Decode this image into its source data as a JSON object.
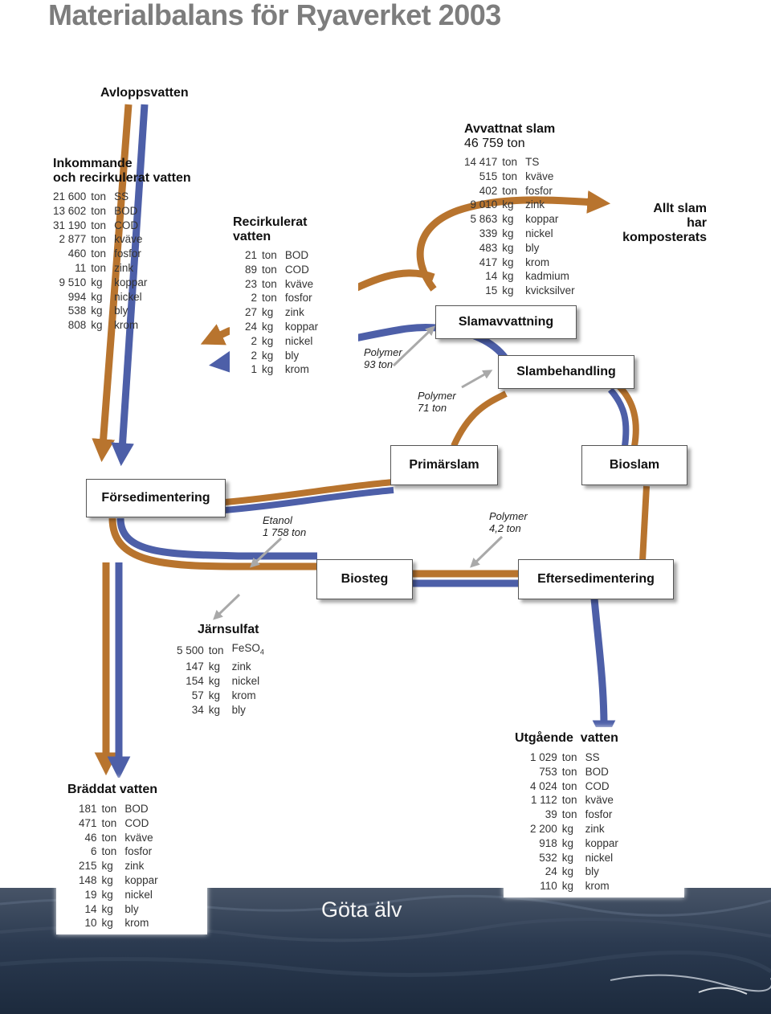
{
  "title": "Materialbalans för Ryaverket 2003",
  "colors": {
    "brown": "#b8742e",
    "blue": "#4d5fa8",
    "gray_arrow": "#a9a9a9",
    "sea": "#2b3a50"
  },
  "inflow_label": "Avloppsvatten",
  "incoming": {
    "title_line1": "Inkommande",
    "title_line2": "och recirkulerat vatten",
    "rows": [
      [
        "21 600",
        "ton",
        "SS"
      ],
      [
        "13 602",
        "ton",
        "BOD"
      ],
      [
        "31 190",
        "ton",
        "COD"
      ],
      [
        "2 877",
        "ton",
        "kväve"
      ],
      [
        "460",
        "ton",
        "fosfor"
      ],
      [
        "11",
        "ton",
        "zink"
      ],
      [
        "9 510",
        "kg",
        "koppar"
      ],
      [
        "994",
        "kg",
        "nickel"
      ],
      [
        "538",
        "kg",
        "bly"
      ],
      [
        "808",
        "kg",
        "krom"
      ]
    ]
  },
  "recirc": {
    "title_line1": "Recirkulerat",
    "title_line2": "vatten",
    "rows": [
      [
        "21",
        "ton",
        "BOD"
      ],
      [
        "89",
        "ton",
        "COD"
      ],
      [
        "23",
        "ton",
        "kväve"
      ],
      [
        "2",
        "ton",
        "fosfor"
      ],
      [
        "27",
        "kg",
        "zink"
      ],
      [
        "24",
        "kg",
        "koppar"
      ],
      [
        "2",
        "kg",
        "nickel"
      ],
      [
        "2",
        "kg",
        "bly"
      ],
      [
        "1",
        "kg",
        "krom"
      ]
    ]
  },
  "polymer_1": {
    "name": "Polymer",
    "amount": "93 ton"
  },
  "polymer_2": {
    "name": "Polymer",
    "amount": "71 ton"
  },
  "polymer_3": {
    "name": "Polymer",
    "amount": "4,2 ton"
  },
  "etanol": {
    "name": "Etanol",
    "amount": "1 758 ton"
  },
  "dewatered": {
    "title": "Avvattnat slam",
    "total": "46 759 ton",
    "rows": [
      [
        "14 417",
        "ton",
        "TS"
      ],
      [
        "515",
        "ton",
        "kväve"
      ],
      [
        "402",
        "ton",
        "fosfor"
      ],
      [
        "9 010",
        "kg",
        "zink"
      ],
      [
        "5 863",
        "kg",
        "koppar"
      ],
      [
        "339",
        "kg",
        "nickel"
      ],
      [
        "483",
        "kg",
        "bly"
      ],
      [
        "417",
        "kg",
        "krom"
      ],
      [
        "14",
        "kg",
        "kadmium"
      ],
      [
        "15",
        "kg",
        "kvicksilver"
      ]
    ]
  },
  "compost": {
    "line1": "Allt slam",
    "line2": "har",
    "line3": "komposterats"
  },
  "boxes": {
    "slamavvattning": "Slamavvattning",
    "slambehandling": "Slambehandling",
    "primarslam": "Primärslam",
    "bioslam": "Bioslam",
    "forsedimentering": "Försedimentering",
    "biosteg": "Biosteg",
    "eftersedimentering": "Eftersedimentering"
  },
  "ferric": {
    "title": "Järnsulfat",
    "rows": [
      [
        "5 500",
        "ton",
        "FeSO"
      ],
      [
        "147",
        "kg",
        "zink"
      ],
      [
        "154",
        "kg",
        "nickel"
      ],
      [
        "57",
        "kg",
        "krom"
      ],
      [
        "34",
        "kg",
        "bly"
      ]
    ],
    "subscript": "4"
  },
  "overflow": {
    "title": "Bräddat vatten",
    "rows": [
      [
        "181",
        "ton",
        "BOD"
      ],
      [
        "471",
        "ton",
        "COD"
      ],
      [
        "46",
        "ton",
        "kväve"
      ],
      [
        "6",
        "ton",
        "fosfor"
      ],
      [
        "215",
        "kg",
        "zink"
      ],
      [
        "148",
        "kg",
        "koppar"
      ],
      [
        "19",
        "kg",
        "nickel"
      ],
      [
        "14",
        "kg",
        "bly"
      ],
      [
        "10",
        "kg",
        "krom"
      ]
    ]
  },
  "outgoing": {
    "title": "Utgående  vatten",
    "rows": [
      [
        "1 029",
        "ton",
        "SS"
      ],
      [
        "753",
        "ton",
        "BOD"
      ],
      [
        "4 024",
        "ton",
        "COD"
      ],
      [
        "1 112",
        "ton",
        "kväve"
      ],
      [
        "39",
        "ton",
        "fosfor"
      ],
      [
        "2 200",
        "kg",
        "zink"
      ],
      [
        "918",
        "kg",
        "koppar"
      ],
      [
        "532",
        "kg",
        "nickel"
      ],
      [
        "24",
        "kg",
        "bly"
      ],
      [
        "110",
        "kg",
        "krom"
      ]
    ]
  },
  "river": "Göta älv"
}
